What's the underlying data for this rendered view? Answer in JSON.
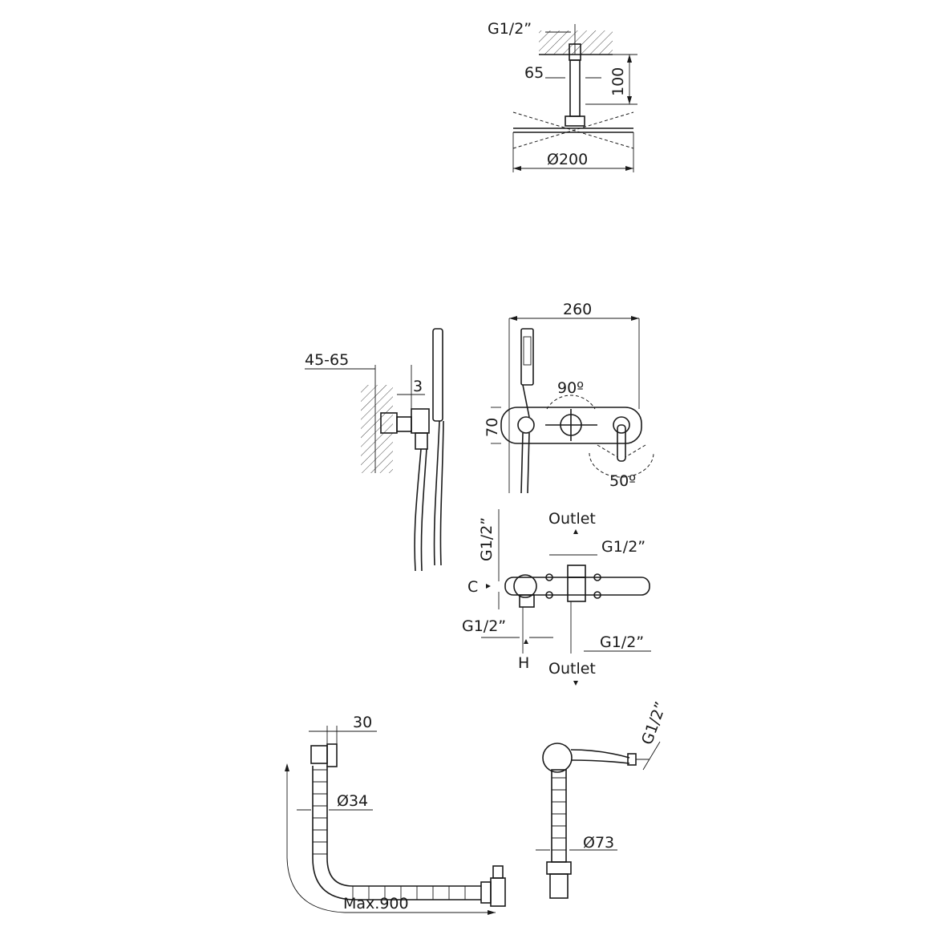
{
  "diagram": {
    "rain_shower": {
      "thread": "G1/2”",
      "arm_offset": "65",
      "arm_length": "100",
      "head_diameter": "Ø200"
    },
    "hand_shower_side": {
      "wall_depth": "45-65",
      "projection": "3"
    },
    "front_view": {
      "width": "260",
      "height": "70",
      "diverter_rotation": "90º",
      "lever_rotation": "50º"
    },
    "valve_body": {
      "outlet_top": "Outlet",
      "outlet_bottom": "Outlet",
      "thread_top_right": "G1/2”",
      "thread_left_vertical": "G1/2”",
      "thread_bottom_left": "G1/2”",
      "thread_bottom_right": "G1/2”",
      "cold_inlet": "C",
      "hot_inlet": "H"
    },
    "bath_filler": {
      "depth": "30",
      "hose_diameter": "Ø34",
      "max_length": "Max.900",
      "thread": "G1/2”",
      "waste_diameter": "Ø73"
    }
  }
}
